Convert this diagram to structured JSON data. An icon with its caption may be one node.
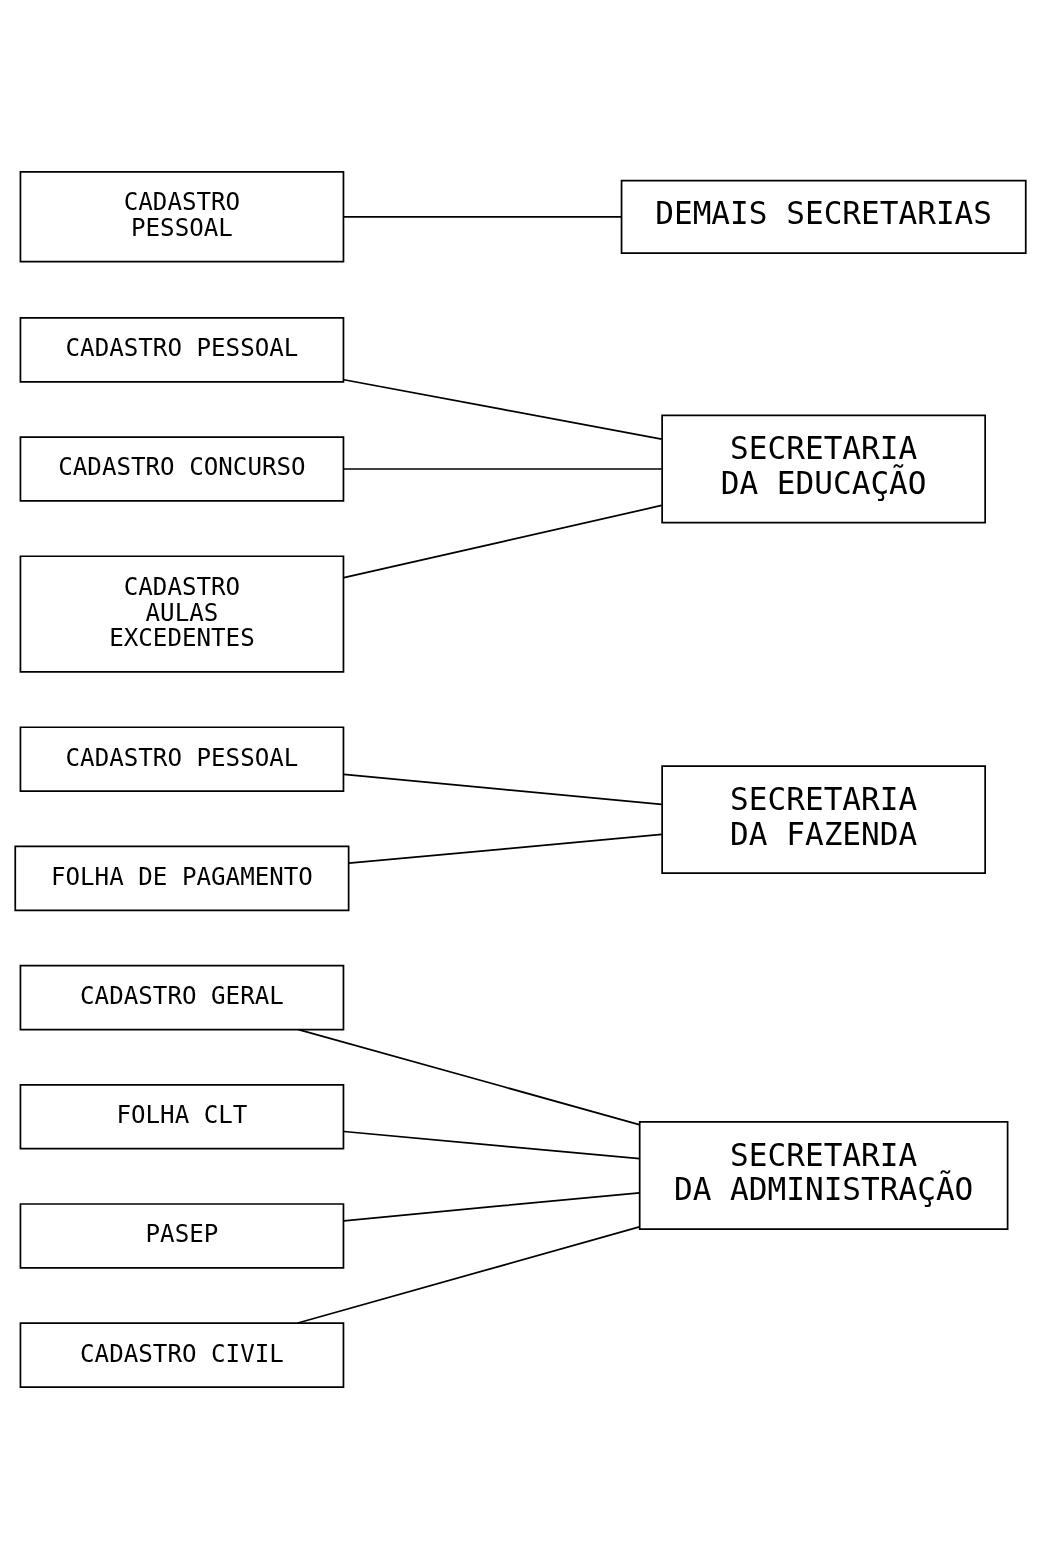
{
  "diagram": {
    "nodes": [
      {
        "text": [
          "CADASTRO GERAL"
        ]
      },
      {
        "text": [
          "FOLHA CLT"
        ]
      },
      {
        "text": [
          "SECRETARIA DA ADMINISTRAÇÃO"
        ]
      },
      {
        "text": [
          "PASEP"
        ]
      },
      {
        "text": [
          "CADASTRO CIVIL"
        ]
      },
      {
        "text": [
          "CADASTRO PESSOAL"
        ]
      },
      {
        "text": [
          "SECRETARIA DA FAZENDA"
        ]
      },
      {
        "text": [
          "FOLHA DE PAGAMENTO"
        ]
      },
      {
        "text": [
          "CADASTRO PESSOAL"
        ]
      },
      {
        "text": [
          "CADASTRO CONCURSO"
        ]
      },
      {
        "text": [
          "SECRETARIA DA EDUCAÇÃO"
        ]
      },
      {
        "text": [
          "CADASTRO AULAS EXCEDENTES"
        ]
      },
      {
        "text": [
          "CADASTRO PESSOAL"
        ]
      },
      {
        "text": [
          "DEMAIS SECRETARIAS"
        ]
      }
    ],
    "edges": [
      {
        "from": 0,
        "to": 2,
        "arrow": "none"
      },
      {
        "from": 1,
        "to": 2,
        "arrow": "none"
      },
      {
        "from": 3,
        "to": 2,
        "arrow": "none"
      },
      {
        "from": 4,
        "to": 2,
        "arrow": "none"
      },
      {
        "from": 5,
        "to": 6,
        "arrow": "none"
      },
      {
        "from": 7,
        "to": 6,
        "arrow": "none"
      },
      {
        "from": 8,
        "to": 10,
        "arrow": "none"
      },
      {
        "from": 9,
        "to": 10,
        "arrow": "none"
      },
      {
        "from": 11,
        "to": 10,
        "arrow": "none"
      },
      {
        "from": 12,
        "to": 13,
        "arrow": "none"
      }
    ]
  }
}
